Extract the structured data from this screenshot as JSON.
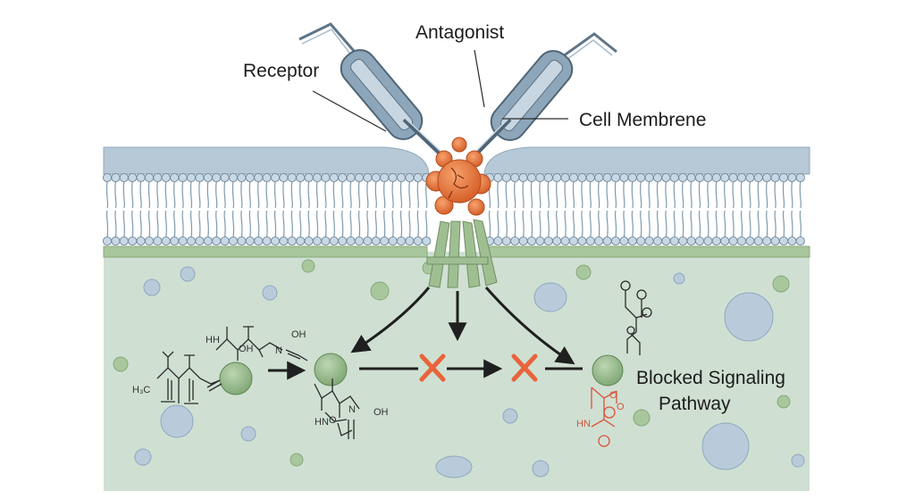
{
  "labels": {
    "antagonist": "Antagonist",
    "receptor": "Receptor",
    "cell_membrane": "Cell Membrene",
    "blocked_line1": "Blocked Signaling",
    "blocked_line2": "Pathway"
  },
  "chemistry": {
    "left_group": "H₃C",
    "hh": "HH",
    "oh_1": "OH",
    "n_1": "N",
    "oh_2": "OH",
    "n_2": "N",
    "oh_3": "OH",
    "hn_1": "HN",
    "o_1": "O",
    "hn_2": "HN",
    "o_2": "O",
    "o_3": "O"
  },
  "colors": {
    "cytoplasm": "#cfe0d3",
    "membrane_cap": "#b7c9d7",
    "lipid_head": "#c9d8e5",
    "lipid_tail": "#7f9aad",
    "inner_leaflet": "#a9c79d",
    "antagonist": "#e9793f",
    "vesicle": "#8ab27f",
    "block_x": "#e8643c",
    "receptor_body": "#8ea6ba",
    "channel": "#9fbf92"
  },
  "icons": {
    "block_marker": "x-mark-icon",
    "flow_arrow": "arrow-icon"
  }
}
